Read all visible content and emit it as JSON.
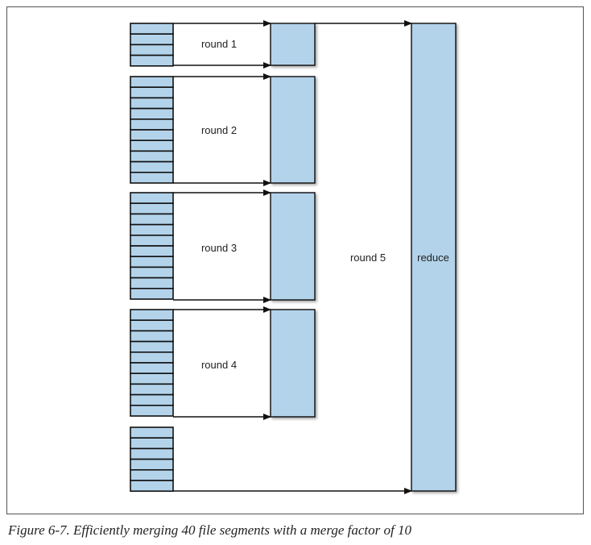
{
  "diagram": {
    "rounds": [
      {
        "label": "round 1"
      },
      {
        "label": "round 2"
      },
      {
        "label": "round 3"
      },
      {
        "label": "round 4"
      },
      {
        "label": "round 5"
      }
    ],
    "reduce_label": "reduce",
    "segment_groups": [
      4,
      10,
      10,
      10,
      6
    ]
  },
  "caption": "Figure 6-7. Efficiently merging 40 file segments with a merge factor of 10",
  "colors": {
    "fill": "#b3d3ea",
    "stroke": "#111111"
  }
}
